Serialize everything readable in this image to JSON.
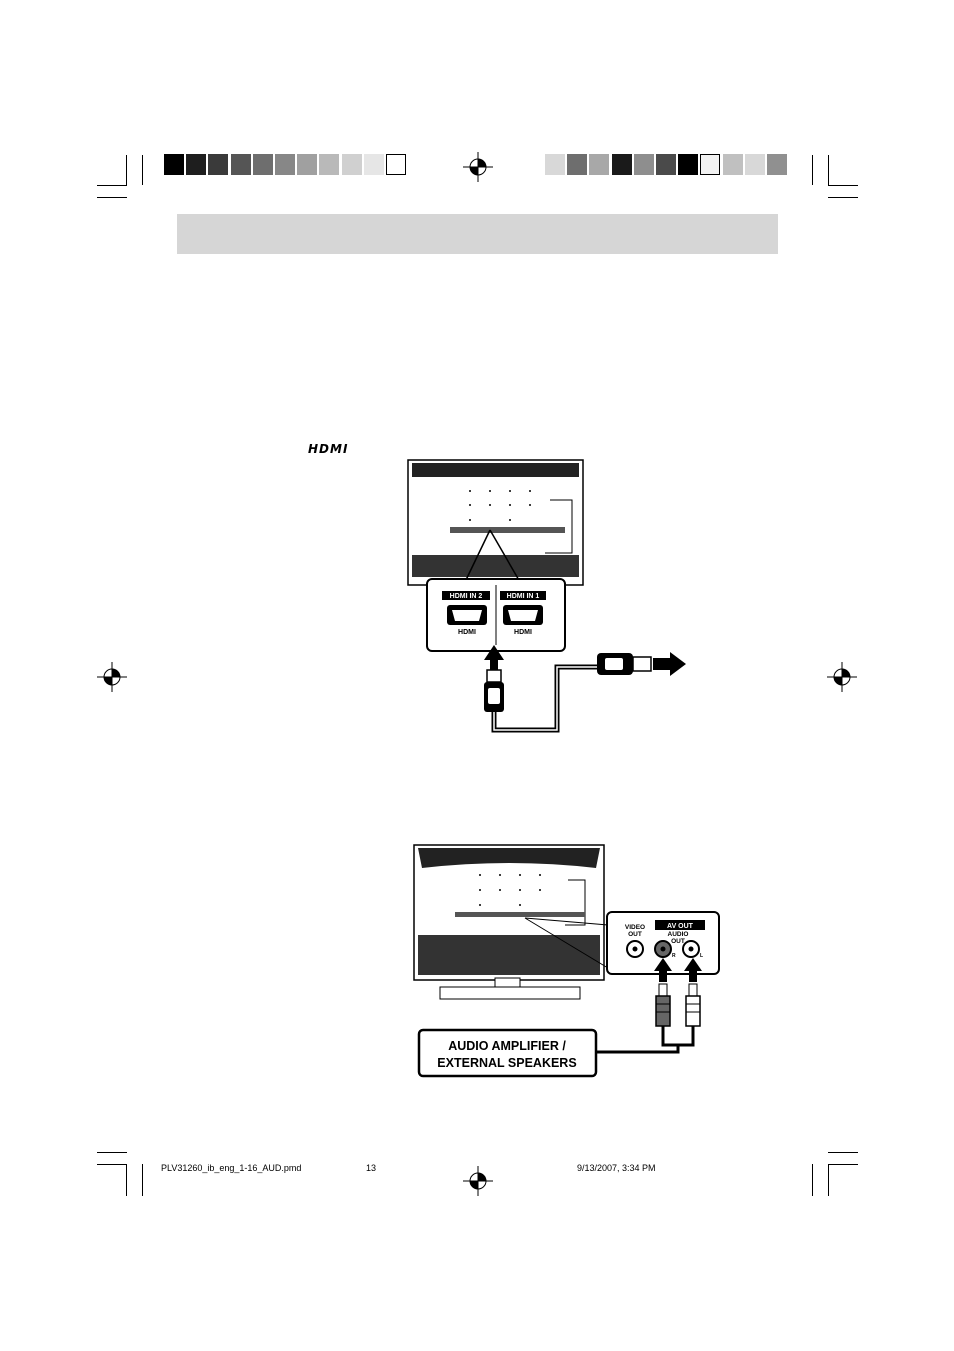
{
  "header": {
    "title": ""
  },
  "logo": {
    "text": "HDMI"
  },
  "diagram1": {
    "port_left_label": "HDMI IN 2",
    "port_right_label": "HDMI IN 1",
    "port_left_sub": "HDMI",
    "port_right_sub": "HDMI"
  },
  "diagram2": {
    "video_out_line1": "VIDEO",
    "video_out_line2": "OUT",
    "av_out_label": "AV OUT",
    "audio_out_line1": "AUDIO",
    "audio_out_line2": "OUT",
    "r_label": "R",
    "l_label": "L",
    "amp_line1": "AUDIO AMPLIFIER /",
    "amp_line2": "EXTERNAL SPEAKERS"
  },
  "footer": {
    "filename": "PLV31260_ib_eng_1-16_AUD.pmd",
    "page": "13",
    "timestamp": "9/13/2007, 3:34 PM"
  },
  "colors": {
    "header_bar": "#d6d6d6",
    "swatches_left": [
      "#000000",
      "#1e1e1e",
      "#3a3a3a",
      "#555555",
      "#6e6e6e",
      "#878787",
      "#a0a0a0",
      "#b9b9b9",
      "#d0d0d0",
      "#e6e6e6",
      "#ffffff"
    ],
    "swatches_right": [
      "#d8d8d8",
      "#6e6e6e",
      "#a8a8a8",
      "#1a1a1a",
      "#8e8e8e",
      "#4a4a4a",
      "#000000",
      "#f2f2f2",
      "#c0c0c0",
      "#d8d8d8",
      "#909090"
    ]
  }
}
